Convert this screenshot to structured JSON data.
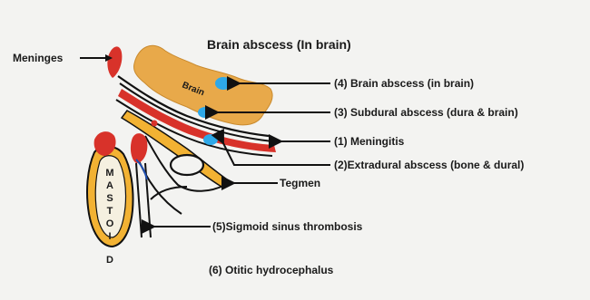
{
  "title": "Brain abscess (In brain)",
  "labels": {
    "meninges": "Meninges",
    "brain_abscess": "(4) Brain abscess (in brain)",
    "subdural_abscess": "(3) Subdural abscess (dura & brain)",
    "meningitis": "(1) Meningitis",
    "extradural_abscess": "(2)Extradural abscess (bone & dural)",
    "tegmen": "Tegmen",
    "sigmoid_sinus": "(5)Sigmoid sinus thrombosis",
    "otitic_hydrocephalus": "(6) Otitic hydrocephalus"
  },
  "brain_text": "Brain",
  "mastoid_letters": [
    "M",
    "A",
    "S",
    "T",
    "O",
    "I",
    "D"
  ],
  "colors": {
    "brain": "#e8a94a",
    "meninges_red": "#d8322a",
    "bone_yellow": "#f2b233",
    "abscess_blue": "#2ea8e8",
    "line": "#111111",
    "background": "#f3f3f1"
  }
}
